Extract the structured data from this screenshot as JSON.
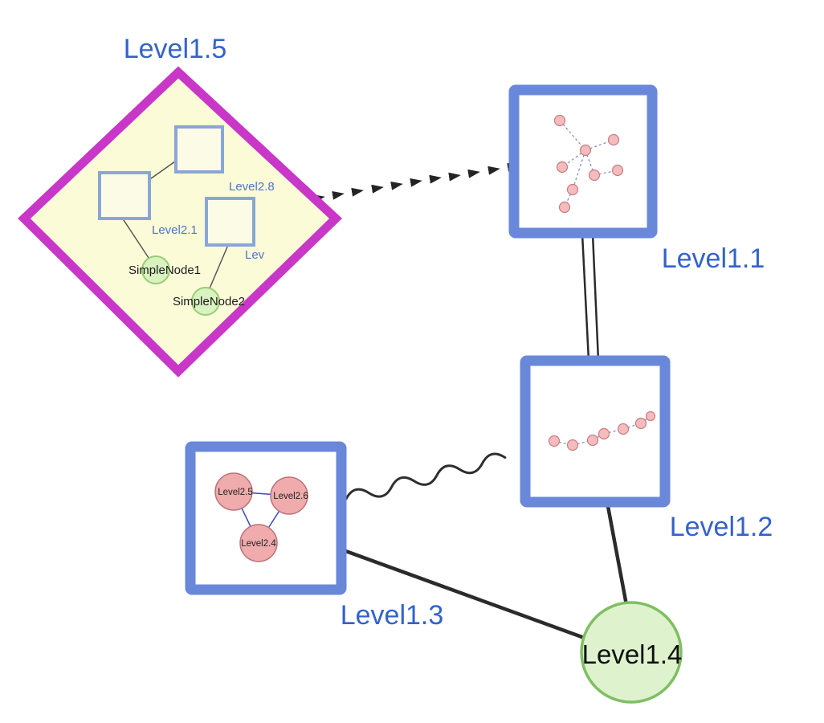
{
  "diagram": {
    "groups": {
      "level15": {
        "label": "Level1.5",
        "type": "group-diamond",
        "children": {
          "level28": {
            "label": "Level2.8"
          },
          "level21": {
            "label": "Level2.1"
          },
          "lev": {
            "label": "Lev"
          },
          "simplenode1": {
            "label": "SimpleNode1"
          },
          "simplenode2": {
            "label": "SimpleNode2"
          }
        }
      },
      "level11": {
        "label": "Level1.1",
        "type": "group-box"
      },
      "level12": {
        "label": "Level1.2",
        "type": "group-box"
      },
      "level13": {
        "label": "Level1.3",
        "type": "group-box",
        "children": {
          "level25": {
            "label": "Level2.5"
          },
          "level26": {
            "label": "Level2.6"
          },
          "level24": {
            "label": "Level2.4"
          }
        }
      },
      "level14": {
        "label": "Level1.4",
        "type": "circle"
      }
    },
    "edges": [
      {
        "from": "Level1.5",
        "to": "Level1.1",
        "style": "dashed-arrow"
      },
      {
        "from": "Level1.1",
        "to": "Level1.2",
        "style": "double-line"
      },
      {
        "from": "Level1.3",
        "to": "Level1.2",
        "style": "wavy"
      },
      {
        "from": "Level1.3",
        "to": "Level1.4",
        "style": "solid"
      },
      {
        "from": "Level1.2",
        "to": "Level1.4",
        "style": "solid"
      }
    ],
    "colors": {
      "label_blue": "#3462cb",
      "diamond_border": "#c837c8",
      "diamond_fill": "#fbfbd8",
      "box_border": "#6988d9",
      "pink_node_fill": "#f0abad",
      "green_node_fill": "#d9f2c0",
      "edge_black": "#2b2b2b",
      "inner_edge_blue_dashed": "#7b86cc"
    }
  }
}
